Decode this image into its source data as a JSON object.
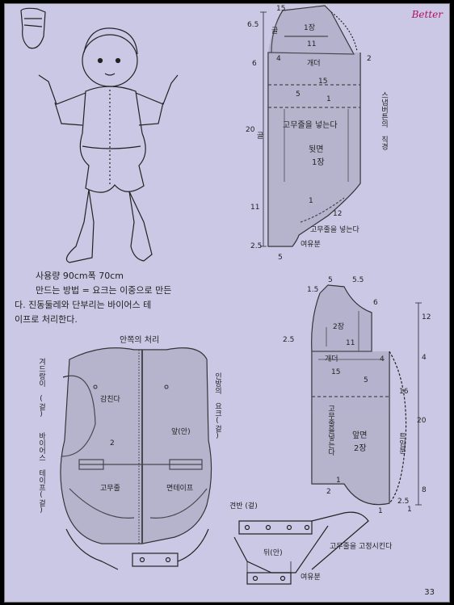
{
  "brand": "Better",
  "page_number": "33",
  "usage": "사용량 90cm폭 70cm",
  "method_lines": [
    "만드는 방법 = 요크는 이중으로 만든",
    "다. 진동둘레와 단부리는 바이어스 테",
    "이프로 처리한다."
  ],
  "back_pattern": {
    "dims_left": [
      "6.5",
      "6",
      "20",
      "11",
      "2.5"
    ],
    "dim_top": "15",
    "dim_bottom": "5",
    "fold_label": "골",
    "yoke_pieces": "1장",
    "dim_11": "11",
    "n4": "4",
    "n2": "2",
    "gather": "개더",
    "dim_15": "15",
    "n5": "5",
    "n1": "1",
    "elastic": "고무줄을 넣는다",
    "piece_name": "뒷면",
    "piece_count": "1장",
    "dim_12": "12",
    "elastic2": "고무줄을 넣는다",
    "allowance": "여유분",
    "snap_note": "스냅버튼의 직경"
  },
  "front_pattern": {
    "dims_top": [
      "1.5",
      "5",
      "5.5"
    ],
    "n6": "6",
    "dim_25": "2.5",
    "yoke_pieces": "2장",
    "dim_11": "11",
    "dims_right": [
      "12",
      "4",
      "16",
      "20",
      "8",
      "1"
    ],
    "gather": "개더",
    "n4": "4",
    "dim_15": "15",
    "n5": "5",
    "elastic_v": "고무줄을넣는다",
    "piece_name": "앞면",
    "piece_count": "2장",
    "overlap": "트임분",
    "n1": "1",
    "n2": "2",
    "bottom_25": "2.5",
    "bottom_1": "1"
  },
  "inside_label": "안쪽의 처리",
  "inside_diagram": {
    "left_top": "겨드랑이 (겉)",
    "left_mid": "바이어스 테이프(겉)",
    "wrap": "감친다",
    "front_in": "앞(안)",
    "right_top": "인방의 요크(겉)",
    "n2": "2",
    "elastic": "고무줄",
    "tape": "면테이프"
  },
  "crotch": {
    "back_panel": "견반 (겉)",
    "back_in": "뒤(안)",
    "fix": "고무줄을 고정시킨다",
    "allowance": "여유분"
  }
}
